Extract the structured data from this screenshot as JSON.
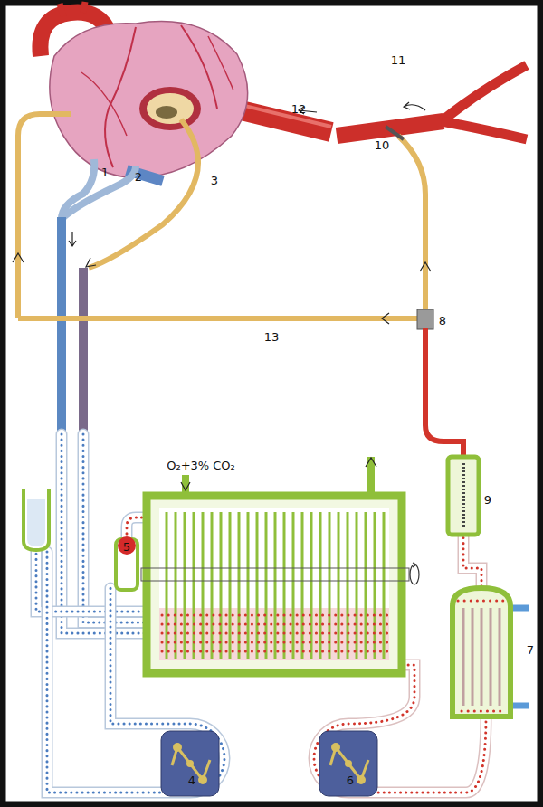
{
  "diagram": {
    "labels": [
      "11",
      "12",
      "10",
      "1",
      "2",
      "3",
      "8",
      "13",
      "O₂+3% CO₂",
      "5",
      "9",
      "7",
      "4",
      "6"
    ]
  }
}
